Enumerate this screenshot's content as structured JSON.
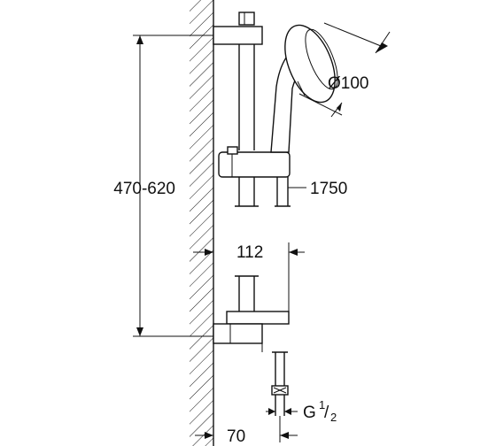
{
  "diagram": {
    "dimensions": {
      "rail_adjust": "470-620",
      "handshower_diameter": "Ø100",
      "hose_length": "1750",
      "projection": "112",
      "connection_thread_base": "G",
      "connection_thread_num": "1",
      "connection_thread_den": "2",
      "wall_distance": "70"
    }
  }
}
